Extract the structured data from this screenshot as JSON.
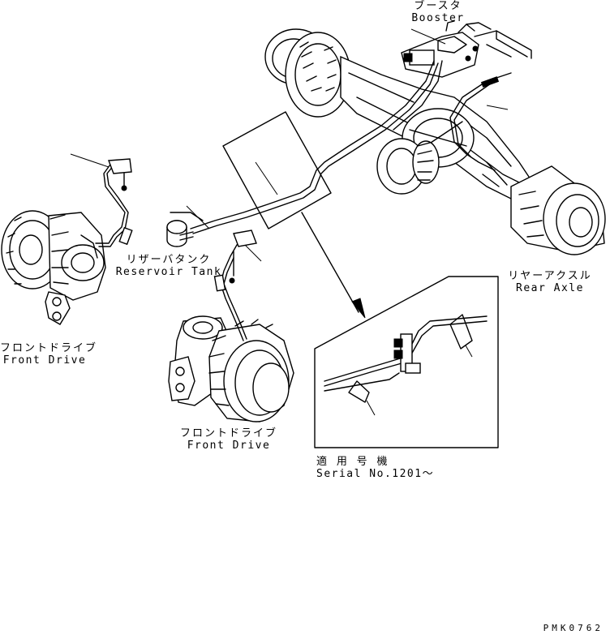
{
  "labels": {
    "booster": {
      "jp": "ブースタ",
      "en": "Booster"
    },
    "reservoir_tank": {
      "jp": "リザーバタンク",
      "en": "Reservoir Tank"
    },
    "rear_axle": {
      "jp": "リヤーアクスル",
      "en": "Rear Axle"
    },
    "front_drive_left": {
      "jp": "フロントドライブ",
      "en": "Front Drive"
    },
    "front_drive_center": {
      "jp": "フロントドライブ",
      "en": "Front Drive"
    },
    "serial": {
      "jp": "適 用 号 機",
      "en": "Serial No.1201～"
    }
  },
  "drawing_code": "PMK0762",
  "colors": {
    "ink": "#000000",
    "paper": "#ffffff"
  }
}
